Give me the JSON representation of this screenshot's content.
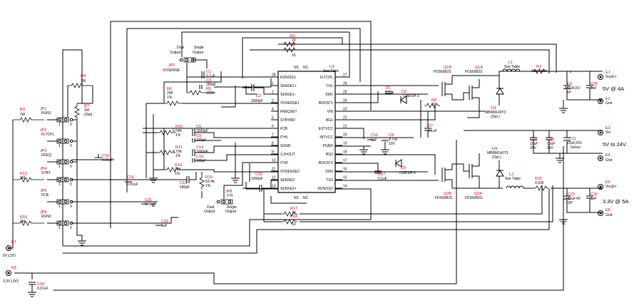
{
  "ic": {
    "ref": "U1",
    "part": "See Table",
    "left_pins": [
      {
        "num": "28",
        "name": "RUN/SS1"
      },
      {
        "num": "1",
        "name": "SENSE1+"
      },
      {
        "num": "2",
        "name": "SENSE1-"
      },
      {
        "num": "3",
        "name": "VOSENSE1"
      },
      {
        "num": "4",
        "name": "FREQSET"
      },
      {
        "num": "5",
        "name": "STBYMD"
      },
      {
        "num": "6",
        "name": "FCB"
      },
      {
        "num": "7",
        "name": "ITH1"
      },
      {
        "num": "8",
        "name": "SGND"
      },
      {
        "num": "9",
        "name": "3.3VOUT"
      },
      {
        "num": "10",
        "name": "ITH2"
      },
      {
        "num": "11",
        "name": "VOSENSE2"
      },
      {
        "num": "12",
        "name": "SENSE2-"
      },
      {
        "num": "13",
        "name": "SENSE2+"
      }
    ],
    "right_pins": [
      {
        "num": "27",
        "name": "FLTCPL"
      },
      {
        "num": "26",
        "name": "TG1"
      },
      {
        "num": "25",
        "name": "SW1"
      },
      {
        "num": "24",
        "name": "BOOST1"
      },
      {
        "num": "23",
        "name": "VIN"
      },
      {
        "num": "22",
        "name": "BG1"
      },
      {
        "num": "21",
        "name": "EXTVCC"
      },
      {
        "num": "20",
        "name": "INTVCC"
      },
      {
        "num": "19",
        "name": "PGND"
      },
      {
        "num": "18",
        "name": "BG2"
      },
      {
        "num": "17",
        "name": "BOOST2"
      },
      {
        "num": "16",
        "name": "SW2"
      },
      {
        "num": "15",
        "name": "TG2"
      },
      {
        "num": "14",
        "name": "RUN/SS2"
      }
    ],
    "nc_labels": [
      "NC",
      "NC",
      "NC",
      "NC"
    ]
  },
  "jumpers": [
    {
      "ref": "JP1",
      "name": "RUN1"
    },
    {
      "ref": "JP2",
      "name": "FLTCPL"
    },
    {
      "ref": "JP3",
      "name": "FREQ"
    },
    {
      "ref": "JP4",
      "name": "STBY"
    },
    {
      "ref": "JP5",
      "name": "FCB"
    },
    {
      "ref": "JP6",
      "name": "RUN2"
    }
  ],
  "jumper_pin_labels": {
    "one": "1",
    "zero": "0"
  },
  "jp7": {
    "ref": "JP7",
    "name": "VOSENSE",
    "opt_a": "Dual",
    "opt_a2": "Output",
    "opt_b": "Single",
    "opt_b2": "Output"
  },
  "jp8": {
    "ref": "JP8",
    "name": "ITH",
    "opt_a": "Dual",
    "opt_a2": "Output",
    "opt_b": "Single",
    "opt_b2": "Output"
  },
  "resistors": [
    {
      "ref": "R1",
      "val": "10"
    },
    {
      "ref": "R2",
      "val": "10"
    },
    {
      "ref": "R3",
      "val": "See Table"
    },
    {
      "ref": "R4",
      "val": "1M"
    },
    {
      "ref": "R5",
      "val": "105K"
    },
    {
      "ref": "R6",
      "val": "20K"
    },
    {
      "ref": "R7",
      "val": "1M"
    },
    {
      "ref": "R8",
      "val": "10"
    },
    {
      "ref": "R9",
      "val": "1M"
    },
    {
      "ref": "R10",
      "val": "6.04K"
    },
    {
      "ref": "R11",
      "val": "4.75K"
    },
    {
      "ref": "R12",
      "val": "1M"
    },
    {
      "ref": "R13",
      "val": "63.4K"
    },
    {
      "ref": "R14",
      "val": "20K"
    },
    {
      "ref": "R15",
      "val": "0.035"
    },
    {
      "ref": "R16",
      "val": "1M"
    },
    {
      "ref": "R17",
      "val": "10"
    },
    {
      "ref": "R18",
      "val": "10"
    }
  ],
  "r_notes": {
    "pct1": "1%",
    "pct2": "1%",
    "pct3": "1%",
    "pct4": "1%",
    "pct5": "1%",
    "pct6": "1%",
    "opt": "(Opt)"
  },
  "caps": [
    {
      "ref": "C1",
      "val": "0.1uF"
    },
    {
      "ref": "C2",
      "val": "1000pF"
    },
    {
      "ref": "C3",
      "val": "180pF"
    },
    {
      "ref": "C4",
      "val": "150uF,6V",
      "val2": "SP"
    },
    {
      "ref": "C5",
      "val": "0.1uF"
    },
    {
      "ref": "C6",
      "val": "1500pF"
    },
    {
      "ref": "C7",
      "val": "0.1uF"
    },
    {
      "ref": "C8",
      "val": "4.7uF",
      "val2": "10V"
    },
    {
      "ref": "C9",
      "val": "100pF"
    },
    {
      "ref": "C10",
      "val": "1uF"
    },
    {
      "ref": "C11",
      "val": "22uF,25V",
      "val2": "Sanyo"
    },
    {
      "ref": "C12",
      "val": "10uF",
      "val2": "35V"
    },
    {
      "ref": "C13",
      "val": "10uF",
      "val2": "35V"
    },
    {
      "ref": "C14",
      "val": "1000pF"
    },
    {
      "ref": "C15",
      "val": "0.01uF"
    },
    {
      "ref": "C16",
      "val": "0.01uF"
    },
    {
      "ref": "C17",
      "val": "0.1uF"
    },
    {
      "ref": "C18",
      "val": "100pF"
    },
    {
      "ref": "C19",
      "val": "180pF"
    },
    {
      "ref": "C20",
      "val": "1000pF"
    },
    {
      "ref": "C21",
      "val": "0.01uF"
    },
    {
      "ref": "C22",
      "val": "180uF,4V",
      "val2": "SP"
    },
    {
      "ref": "C23",
      "val": "1uF"
    },
    {
      "ref": "C24",
      "val": "0.01uF"
    },
    {
      "ref": "C25",
      "val": "1uF"
    }
  ],
  "diodes": [
    {
      "ref": "D1",
      "val": "MBRM140T3",
      "val2": "(Opt.)"
    },
    {
      "ref": "D2",
      "val": "CMDSH-3"
    },
    {
      "ref": "D3",
      "val": "CMDSH-3"
    },
    {
      "ref": "D4",
      "val": "MBRM140T3",
      "val2": "(Opt.)"
    }
  ],
  "fets": [
    {
      "ref": "Q1B",
      "val": "FDS6982S"
    },
    {
      "ref": "Q1A",
      "val": "FDS6982S"
    },
    {
      "ref": "Q2B",
      "val": "FDS6982S"
    },
    {
      "ref": "Q2A",
      "val": "FDS6982S"
    }
  ],
  "inductors": [
    {
      "ref": "L1",
      "val": "See Table"
    },
    {
      "ref": "L2",
      "val": "See Table"
    }
  ],
  "terminals": [
    {
      "ref": "E1",
      "name": "Vout1+"
    },
    {
      "ref": "E2",
      "name": "Gnd"
    },
    {
      "ref": "E3",
      "name": "Vin"
    },
    {
      "ref": "E4",
      "name": "Gnd"
    },
    {
      "ref": "E5",
      "name": "Vout2+"
    },
    {
      "ref": "E6",
      "name": "Gnd"
    },
    {
      "ref": "E7",
      "name": "5V LDO"
    },
    {
      "ref": "E8",
      "name": "3.3V LDO"
    }
  ],
  "outputs": {
    "out1": "5V @ 4A",
    "vin": "5V to 24V",
    "out2": "3.3V @ 5A"
  }
}
